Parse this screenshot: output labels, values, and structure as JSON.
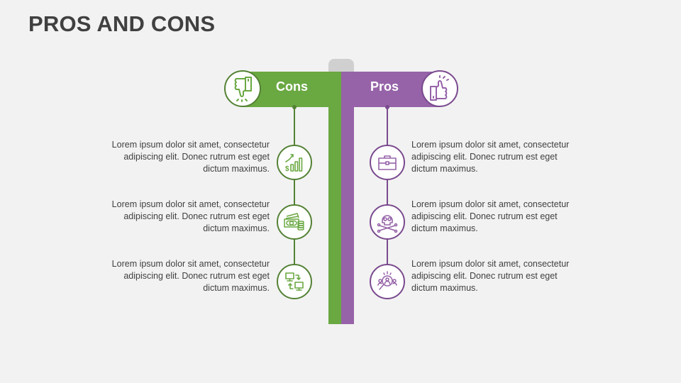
{
  "title": "PROS AND CONS",
  "colors": {
    "cons": "#6aa842",
    "pros": "#9663a8",
    "cons_line": "#548235",
    "pros_line": "#7a4a8e",
    "cap": "#d0d0d0",
    "text": "#404040",
    "background": "#f2f2f2"
  },
  "cons": {
    "label": "Cons",
    "icon": "thumbs-down-icon",
    "items": [
      {
        "icon": "growth-chart-dollar-icon",
        "text": "Lorem ipsum dolor sit amet, consectetur adipiscing elit. Donec rutrum est eget dictum maximus."
      },
      {
        "icon": "cash-coins-icon",
        "text": "Lorem ipsum dolor sit amet, consectetur adipiscing elit. Donec rutrum est eget dictum maximus."
      },
      {
        "icon": "computer-transfer-icon",
        "text": "Lorem ipsum dolor sit amet, consectetur adipiscing elit. Donec rutrum est eget dictum maximus."
      }
    ]
  },
  "pros": {
    "label": "Pros",
    "icon": "thumbs-up-icon",
    "items": [
      {
        "icon": "briefcase-icon",
        "text": "Lorem ipsum dolor sit amet, consectetur adipiscing elit. Donec rutrum est eget dictum maximus."
      },
      {
        "icon": "skull-crossbones-icon",
        "text": "Lorem ipsum dolor sit amet, consectetur adipiscing elit. Donec rutrum est eget dictum maximus."
      },
      {
        "icon": "search-user-icon",
        "text": "Lorem ipsum dolor sit amet, consectetur adipiscing elit. Donec rutrum est eget dictum maximus."
      }
    ]
  }
}
